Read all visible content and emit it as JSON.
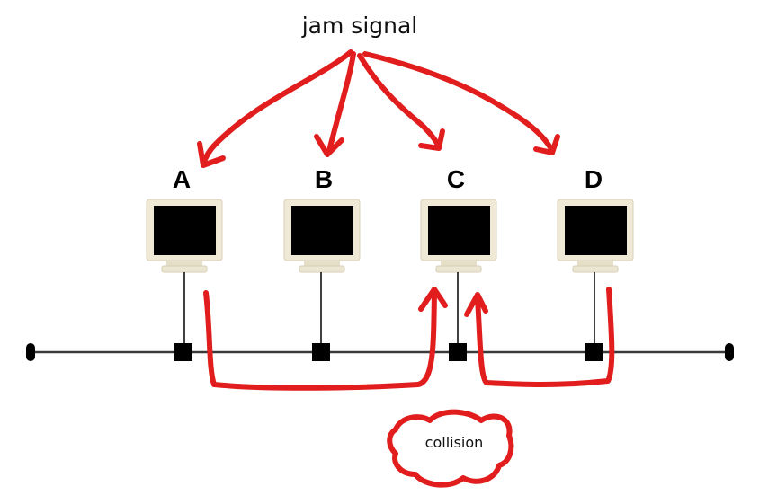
{
  "diagram": {
    "title": "jam signal",
    "nodes": [
      {
        "id": "A",
        "label": "A"
      },
      {
        "id": "B",
        "label": "B"
      },
      {
        "id": "C",
        "label": "C"
      },
      {
        "id": "D",
        "label": "D"
      }
    ],
    "collision_label": "collision",
    "colors": {
      "annotation_red": "#e11d1d",
      "bus_line": "#333333",
      "tap": "#000000",
      "monitor_body": "#efe9d6",
      "monitor_screen": "#000000"
    }
  }
}
